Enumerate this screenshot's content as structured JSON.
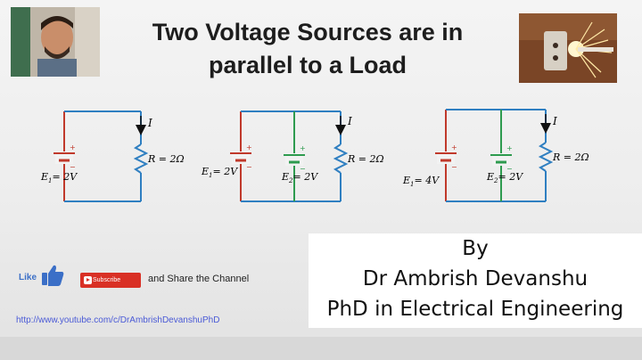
{
  "title": {
    "line1": "Two Voltage Sources are in",
    "line2": "parallel to a Load"
  },
  "circuits": [
    {
      "e1": "E",
      "e1_sub": "1",
      "e1_val": "= 2V",
      "r": "R = 2Ω",
      "current": "I"
    },
    {
      "e1": "E",
      "e1_sub": "1",
      "e1_val": "= 2V",
      "e2": "E",
      "e2_sub": "2",
      "e2_val": "= 2V",
      "r": "R = 2Ω",
      "current": "I"
    },
    {
      "e1": "E",
      "e1_sub": "1",
      "e1_val": "= 4V",
      "e2": "E",
      "e2_sub": "2",
      "e2_val": "= 2V",
      "r": "R = 2Ω",
      "current": "I"
    }
  ],
  "polarity": {
    "plus": "+",
    "minus": "−"
  },
  "author": {
    "by": "By",
    "name": "Dr Ambrish Devanshu",
    "degree": "PhD in Electrical Engineering"
  },
  "social": {
    "like": "Like",
    "subscribe": "Subscribe",
    "share": "and  Share the Channel",
    "url": "http://www.youtube.com/c/DrAmbrishDevanshuPhD"
  },
  "colors": {
    "wire_red": "#c0392b",
    "wire_blue": "#2f7fc1",
    "wire_green": "#2e9b4f",
    "subscribe_red": "#d93025",
    "link_blue": "#4a5ad6"
  }
}
